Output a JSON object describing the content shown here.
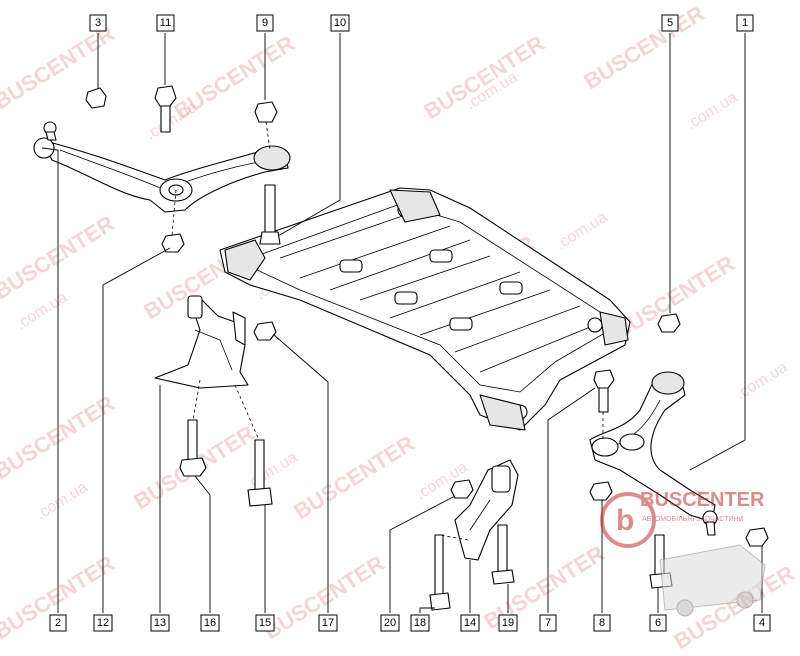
{
  "diagram": {
    "callouts": [
      {
        "id": "c1",
        "label": "1"
      },
      {
        "id": "c2",
        "label": "2"
      },
      {
        "id": "c3",
        "label": "3"
      },
      {
        "id": "c4",
        "label": "4"
      },
      {
        "id": "c5",
        "label": "5"
      },
      {
        "id": "c6",
        "label": "6"
      },
      {
        "id": "c7",
        "label": "7"
      },
      {
        "id": "c8",
        "label": "8"
      },
      {
        "id": "c9",
        "label": "9"
      },
      {
        "id": "c10",
        "label": "10"
      },
      {
        "id": "c11",
        "label": "11"
      },
      {
        "id": "c12",
        "label": "12"
      },
      {
        "id": "c13",
        "label": "13"
      },
      {
        "id": "c14",
        "label": "14"
      },
      {
        "id": "c15",
        "label": "15"
      },
      {
        "id": "c16",
        "label": "16"
      },
      {
        "id": "c17",
        "label": "17"
      },
      {
        "id": "c18",
        "label": "18"
      },
      {
        "id": "c19",
        "label": "19"
      },
      {
        "id": "c20",
        "label": "20"
      }
    ]
  },
  "watermark": {
    "text": "BUSCENTER",
    "domain": ".com.ua",
    "color": "#e08a8a"
  },
  "logo": {
    "title": "BUSCENTER",
    "subtitle": "АВТОМОБІЛЬНІ ЗАПЧАСТИНИ",
    "color": "#c03030"
  }
}
